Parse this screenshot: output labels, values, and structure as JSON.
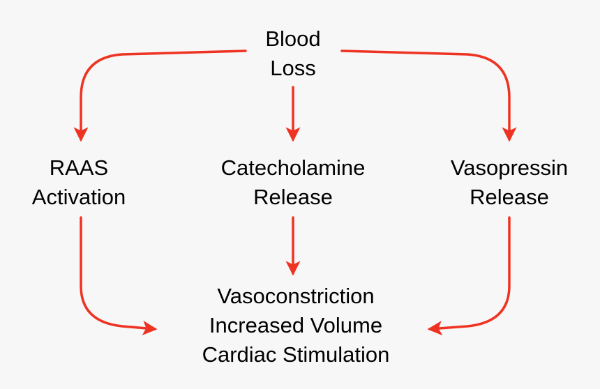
{
  "colors": {
    "background": "#f7f7f7",
    "arrow": "#ee3322",
    "text": "#000000"
  },
  "nodes": {
    "blood_loss": {
      "lines": [
        "Blood",
        "Loss"
      ]
    },
    "raas": {
      "lines": [
        "RAAS",
        "Activation"
      ]
    },
    "catecholamine": {
      "lines": [
        "Catecholamine",
        "Release"
      ]
    },
    "vasopressin": {
      "lines": [
        "Vasopressin",
        "Release"
      ]
    },
    "outcome": {
      "lines": [
        "Vasoconstriction",
        "Increased Volume",
        "Cardiac Stimulation"
      ]
    }
  },
  "edges": [
    {
      "from": "Blood Loss",
      "to": "RAAS Activation"
    },
    {
      "from": "Blood Loss",
      "to": "Catecholamine Release"
    },
    {
      "from": "Blood Loss",
      "to": "Vasopressin Release"
    },
    {
      "from": "RAAS Activation",
      "to": "Vasoconstriction / Increased Volume / Cardiac Stimulation"
    },
    {
      "from": "Catecholamine Release",
      "to": "Vasoconstriction / Increased Volume / Cardiac Stimulation"
    },
    {
      "from": "Vasopressin Release",
      "to": "Vasoconstriction / Increased Volume / Cardiac Stimulation"
    }
  ]
}
